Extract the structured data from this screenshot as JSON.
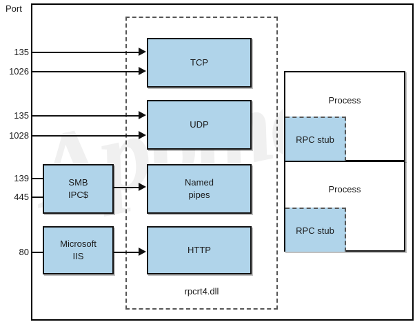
{
  "diagram": {
    "axis_label": "Port",
    "dll_container_label": "rpcrt4.dll",
    "colors": {
      "box_fill": "#b0d4ea",
      "box_border": "#111111",
      "dashed_border": "#555555",
      "background": "#ffffff"
    },
    "watermark_text": "Appmet"
  },
  "ports": [
    {
      "number": "135",
      "target": "TCP"
    },
    {
      "number": "1026",
      "target": "TCP"
    },
    {
      "number": "135",
      "target": "UDP"
    },
    {
      "number": "1028",
      "target": "UDP"
    },
    {
      "number": "139",
      "target": "SMB IPC$"
    },
    {
      "number": "445",
      "target": "SMB IPC$"
    },
    {
      "number": "80",
      "target": "Microsoft IIS"
    }
  ],
  "service_boxes": [
    {
      "line1": "SMB",
      "line2": "IPC$"
    },
    {
      "line1": "Microsoft",
      "line2": "IIS"
    }
  ],
  "transport_boxes": [
    {
      "line1": "TCP",
      "line2": ""
    },
    {
      "line1": "UDP",
      "line2": ""
    },
    {
      "line1": "Named",
      "line2": "pipes"
    },
    {
      "line1": "HTTP",
      "line2": ""
    }
  ],
  "processes": [
    {
      "label": "Process",
      "stub_label": "RPC stub"
    },
    {
      "label": "Process",
      "stub_label": "RPC stub"
    }
  ]
}
